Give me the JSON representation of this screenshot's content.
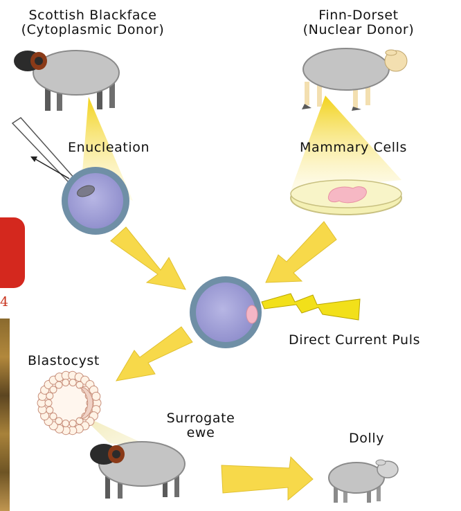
{
  "labels": {
    "cyto_donor_line1": "Scottish Blackface",
    "cyto_donor_line2": "(Cytoplasmic Donor)",
    "nuclear_donor_line1": "Finn-Dorset",
    "nuclear_donor_line2": "(Nuclear Donor)",
    "enucleation": "Enucleation",
    "mammary_cells": "Mammary Cells",
    "direct_current": "Direct Current Puls",
    "blastocyst": "Blastocyst",
    "surrogate_line1": "Surrogate",
    "surrogate_line2": "ewe",
    "dolly": "Dolly"
  },
  "side_fragment_text": "4",
  "colors": {
    "sheep_body": "#c4c4c4",
    "sheep_outline": "#707070",
    "blackface_head": "#2b2b2b",
    "horn": "#8a3a18",
    "finn_face": "#f3dfb0",
    "beam": "#f7df4a",
    "arrow": "#f7d94a",
    "cell_fill": "#a9a8d8",
    "cell_rim": "#6f8fa6",
    "nucleus": "#f4b6c6",
    "dish": "#f4f0b4",
    "red_tab": "#d4281e"
  }
}
